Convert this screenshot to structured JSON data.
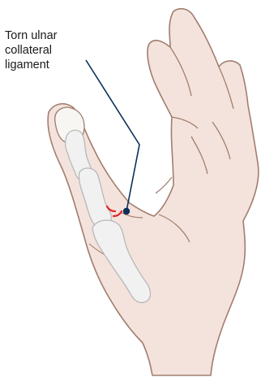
{
  "callout": {
    "lines": [
      "Torn ulnar",
      "collateral",
      "ligament"
    ]
  },
  "colors": {
    "skin": "#f3e3dc",
    "skin_outline": "#a27d6e",
    "bone": "#f1f1f1",
    "bone_outline": "#b8b8b8",
    "nail": "#f8f6f3",
    "leader_line": "#0d2f5a",
    "tear_mark": "#e0262a"
  }
}
